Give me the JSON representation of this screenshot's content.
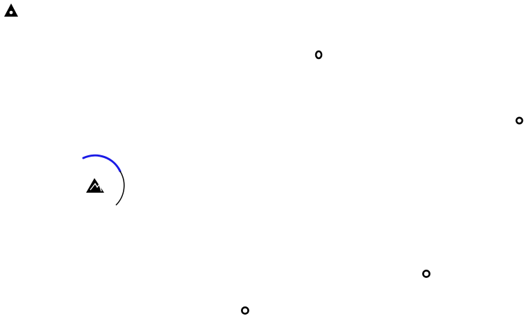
{
  "colors": {
    "background": "#ffffff",
    "foreground": "#000000",
    "accent": "#1a1ae6"
  },
  "icons": {
    "corner": "warning-triangle-icon",
    "player": "esd-triangle-icon"
  },
  "targets": [
    {
      "name": "target-ring-1"
    },
    {
      "name": "target-ring-2"
    },
    {
      "name": "target-ring-3"
    },
    {
      "name": "target-ring-4"
    }
  ]
}
